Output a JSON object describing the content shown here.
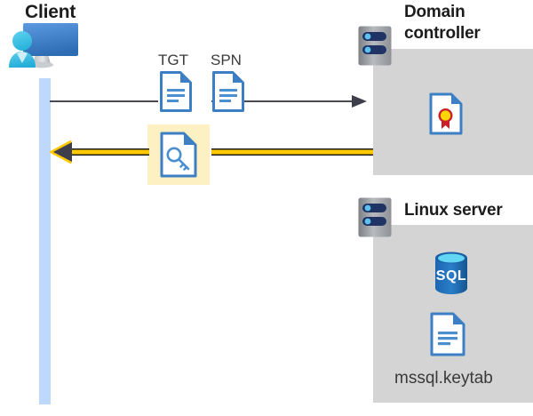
{
  "diagram": {
    "title_client": "Client",
    "title_domain_controller": "Domain\ncontroller",
    "title_domain_controller_line1": "Domain",
    "title_domain_controller_line2": "controller",
    "title_linux_server": "Linux server",
    "file_label_keytab": "mssql.keytab",
    "labels": {
      "tgt": "TGT",
      "spn": "SPN"
    },
    "database_label": "SQL",
    "icons": {
      "client": "user-monitor-icon",
      "domain_controller_server": "server-rack-icon",
      "linux_server": "server-rack-icon",
      "certificate": "certificate-document-icon",
      "database": "sql-database-icon",
      "keytab": "text-document-icon",
      "tgt": "text-document-icon",
      "spn": "text-document-icon",
      "kerberos_ticket": "key-document-icon"
    },
    "arrows": [
      {
        "name": "request-arrow",
        "direction": "right",
        "color": "#4a4a55",
        "from": "client",
        "to": "domain-controller"
      },
      {
        "name": "response-arrow",
        "direction": "left",
        "color": "#ffc800",
        "from": "domain-controller",
        "to": "client"
      }
    ],
    "colors": {
      "panel_gray": "#d4d4d4",
      "lifeline_blue": "#bed8fb",
      "highlight_yellow": "#fdf0c3",
      "arrow_yellow": "#ffc800",
      "arrow_dark": "#4a4a55",
      "doc_blue": "#3c7fc4",
      "server_navy": "#1f3364",
      "sql_blue": "#1d66b0",
      "cert_gold": "#ffd500",
      "cert_red": "#c9202a",
      "text_dark": "#1c1c1c"
    }
  }
}
